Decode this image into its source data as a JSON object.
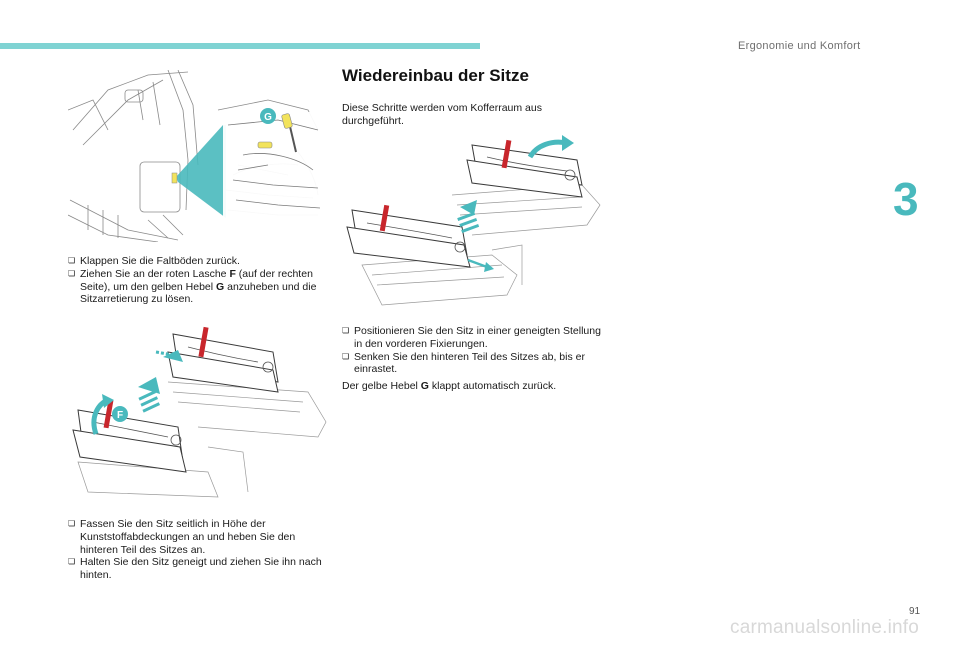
{
  "header": {
    "section_title": "Ergonomie und Komfort",
    "chapter_number": "3"
  },
  "left": {
    "figure1_label": "G",
    "list1": [
      {
        "text": "Klappen Sie die Faltböden zurück."
      },
      {
        "pre": "Ziehen Sie an der roten Lasche ",
        "b1": "F",
        "mid": " (auf der rechten Seite), um den gelben Hebel ",
        "b2": "G",
        "post": " anzuheben und die Sitzarretierung zu lösen."
      }
    ],
    "figure2_label": "F",
    "list2": [
      "Fassen Sie den Sitz seitlich in Höhe der Kunststoffabdeckungen an und heben Sie den hinteren Teil des Sitzes an.",
      "Halten Sie den Sitz geneigt und ziehen Sie ihn nach hinten."
    ]
  },
  "right": {
    "heading": "Wiedereinbau der Sitze",
    "intro": "Diese Schritte werden vom Kofferraum aus durchgeführt.",
    "list": [
      "Positionieren Sie den Sitz in einer geneigten Stellung in den vorderen Fixierungen.",
      "Senken Sie den hinteren Teil des Sitzes ab, bis er einrastet."
    ],
    "closing_pre": "Der gelbe Hebel ",
    "closing_b": "G",
    "closing_post": " klappt automatisch zurück."
  },
  "footer": {
    "page_number": "91",
    "watermark": "carmanualsonline.info"
  },
  "colors": {
    "accent": "#49b9bd",
    "bar": "#7fd3d3",
    "red_tab": "#c8262c",
    "yellow_lever": "#f2e35c"
  }
}
